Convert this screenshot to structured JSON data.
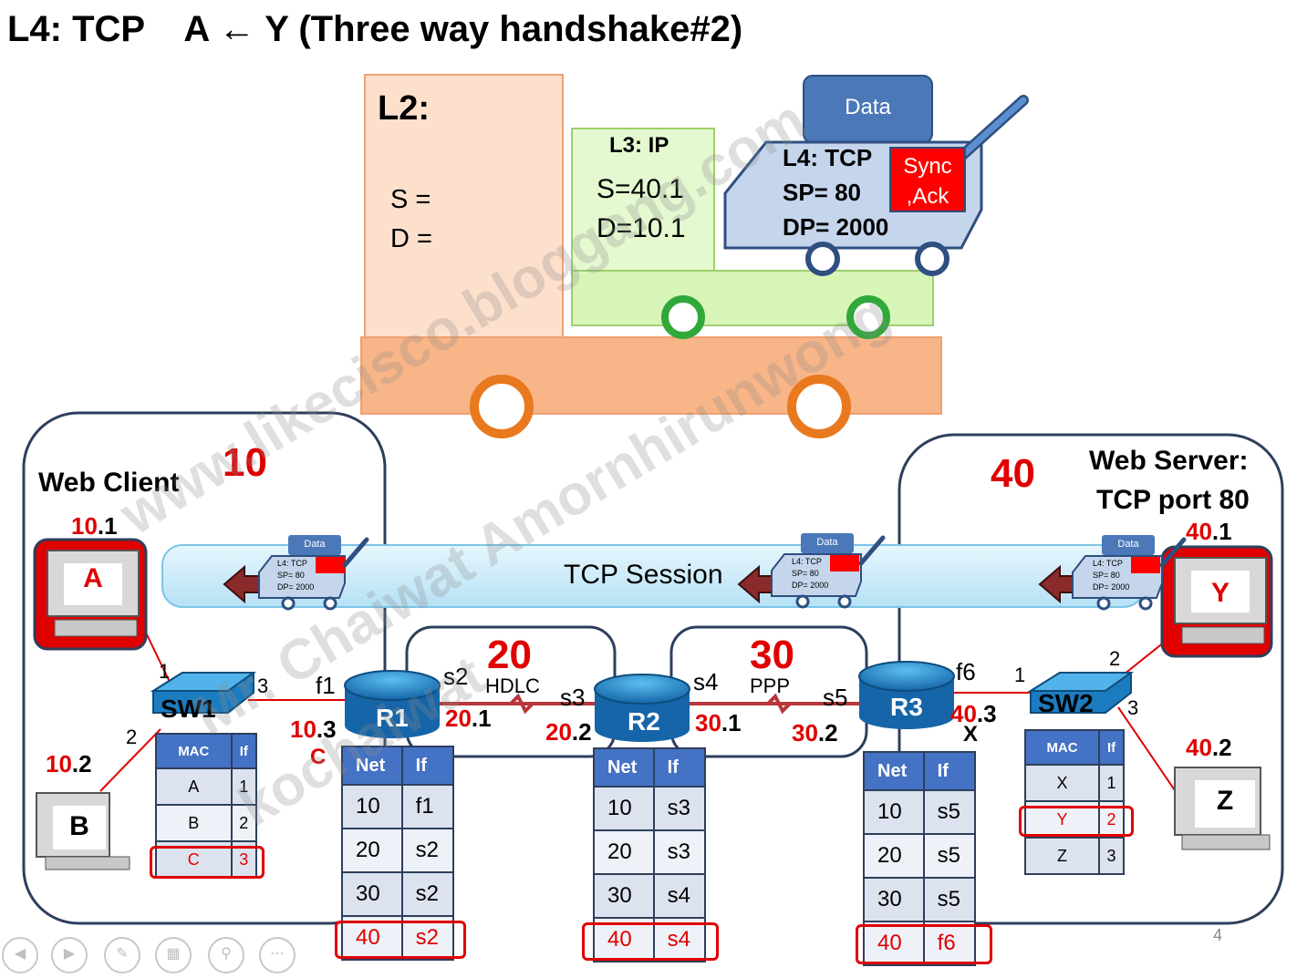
{
  "slide": {
    "title": "L4: TCP    A ← Y (Three way handshake#2)",
    "page_number": "4",
    "watermark_lines": [
      "www.likecisco.bloggang.com",
      "Mr. Chaiwat Amornhirunwong",
      "kochaiwat"
    ]
  },
  "truck": {
    "l2_label": "L2:",
    "l2_src": "S =",
    "l2_dst": "D =",
    "l3_label": "L3: IP",
    "l3_src": "S=40.1",
    "l3_dst": "D=10.1",
    "data_label": "Data",
    "l4_label": "L4: TCP",
    "l4_sp": "SP= 80",
    "l4_dp": "DP= 2000",
    "flag_line1": "Sync",
    "flag_line2": ",Ack"
  },
  "mini_packet": {
    "data": "Data",
    "l4": "L4: TCP",
    "sp": "SP= 80",
    "dp": "DP= 2000"
  },
  "session_label": "TCP Session",
  "networks": {
    "n10": "10",
    "n20": "20",
    "n30": "30",
    "n40": "40",
    "hdlc": "HDLC",
    "ppp": "PPP"
  },
  "hosts": {
    "web_client": "Web Client",
    "web_server_1": "Web Server:",
    "web_server_2": "TCP port 80",
    "a_name": "A",
    "a_net": "10",
    "a_host": ".1",
    "b_name": "B",
    "b_net": "10",
    "b_host": ".2",
    "y_name": "Y",
    "y_net": "40",
    "y_host": ".1",
    "z_name": "Z",
    "z_net": "40",
    "z_host": ".2",
    "x_name": "X",
    "c_name": "C"
  },
  "devices": {
    "sw1": "SW1",
    "sw2": "SW2",
    "r1": "R1",
    "r2": "R2",
    "r3": "R3"
  },
  "ports": {
    "sw1_p1": "1",
    "sw1_p2": "2",
    "sw1_p3": "3",
    "sw2_p1": "1",
    "sw2_p2": "2",
    "sw2_p3": "3",
    "r1_f1": "f1",
    "r1_s2": "s2",
    "r2_s3": "s3",
    "r2_s4": "s4",
    "r3_s5": "s5",
    "r3_f6": "f6"
  },
  "addresses": {
    "r1_f1_net": "10",
    "r1_f1_host": ".3",
    "r1_s2_net": "20",
    "r1_s2_host": ".1",
    "r2_s3_net": "20",
    "r2_s3_host": ".2",
    "r2_s4_net": "30",
    "r2_s4_host": ".1",
    "r3_s5_net": "30",
    "r3_s5_host": ".2",
    "r3_f6_net": "40",
    "r3_f6_host": ".3"
  },
  "mac_tables": {
    "headers": [
      "MAC",
      "If"
    ],
    "sw1": [
      [
        "A",
        "1"
      ],
      [
        "B",
        "2"
      ],
      [
        "C",
        "3"
      ]
    ],
    "sw2": [
      [
        "X",
        "1"
      ],
      [
        "Y",
        "2"
      ],
      [
        "Z",
        "3"
      ]
    ]
  },
  "routing_tables": {
    "headers": [
      "Net",
      "If"
    ],
    "r1": [
      [
        "10",
        "f1"
      ],
      [
        "20",
        "s2"
      ],
      [
        "30",
        "s2"
      ],
      [
        "40",
        "s2"
      ]
    ],
    "r2": [
      [
        "10",
        "s3"
      ],
      [
        "20",
        "s3"
      ],
      [
        "30",
        "s4"
      ],
      [
        "40",
        "s4"
      ]
    ],
    "r3": [
      [
        "10",
        "s5"
      ],
      [
        "20",
        "s5"
      ],
      [
        "30",
        "s5"
      ],
      [
        "40",
        "f6"
      ]
    ]
  },
  "colors": {
    "accent_red": "#e00000",
    "router_blue": "#1e88c8",
    "table_header": "#4472c4",
    "session_bar": "#c9eaf8",
    "l2_orange": "#f7a774",
    "l3_green": "#d8f5b8"
  },
  "nav_icons": [
    "prev-icon",
    "next-icon",
    "pen-icon",
    "slides-icon",
    "zoom-icon",
    "more-icon"
  ]
}
